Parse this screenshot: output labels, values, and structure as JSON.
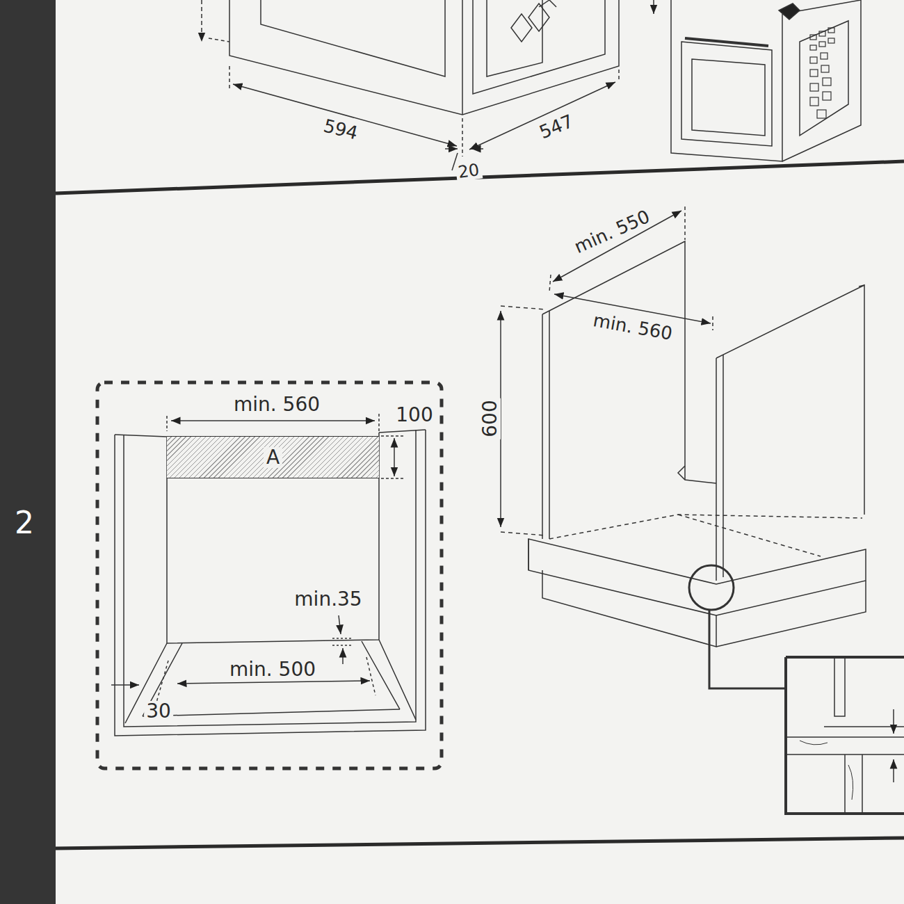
{
  "diagram": {
    "nodes": [
      {
        "text": [
          "A"
        ]
      }
    ],
    "labels": [
      "594",
      "547",
      "20",
      "min. 550",
      "min. 560",
      "600",
      "2",
      "min. 560",
      "100",
      "min.35",
      "min. 500",
      "30"
    ]
  }
}
